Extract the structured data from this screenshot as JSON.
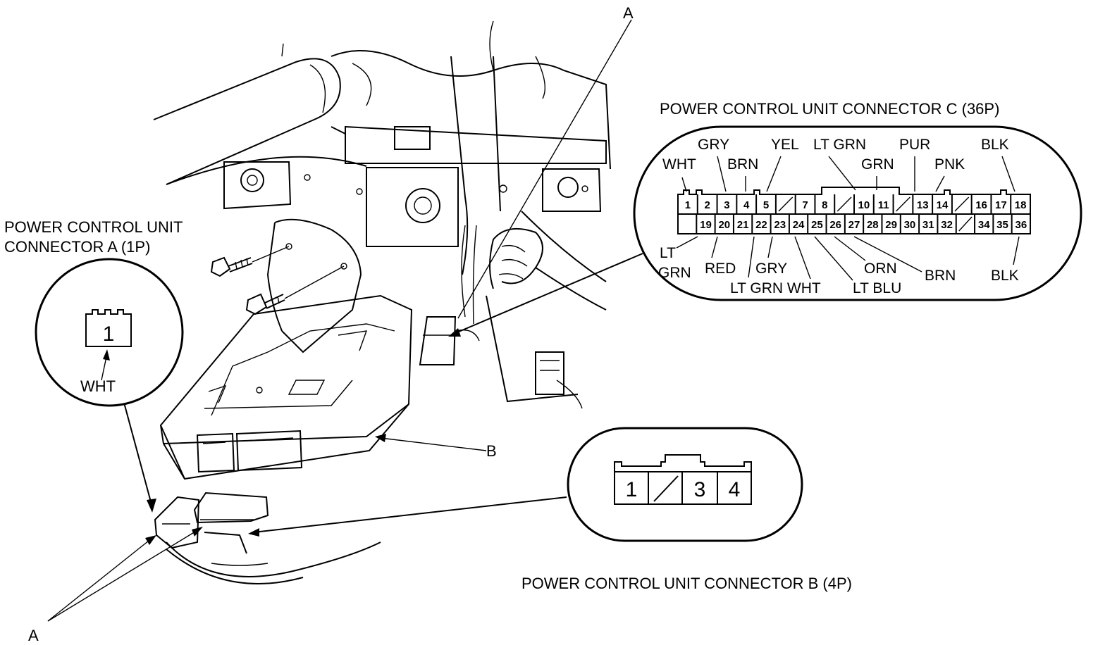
{
  "labels": {
    "connector_c_title": "POWER CONTROL UNIT CONNECTOR C (36P)",
    "connector_a_title_line1": "POWER CONTROL UNIT",
    "connector_a_title_line2": "CONNECTOR A (1P)",
    "connector_b_title": "POWER CONTROL UNIT CONNECTOR B (4P)",
    "callout_a_top": "A",
    "callout_a_bottom": "A",
    "callout_b": "B"
  },
  "connector_a": {
    "pin": "1",
    "wire": "WHT"
  },
  "connector_b": {
    "pins": [
      "1",
      "",
      "3",
      "4"
    ]
  },
  "connector_c": {
    "row1": [
      "1",
      "2",
      "3",
      "4",
      "5",
      "",
      "7",
      "8",
      "",
      "10",
      "11",
      "",
      "13",
      "14",
      "",
      "16",
      "17",
      "18"
    ],
    "row2": [
      "",
      "19",
      "20",
      "21",
      "22",
      "23",
      "24",
      "25",
      "26",
      "27",
      "28",
      "29",
      "30",
      "31",
      "32",
      "",
      "34",
      "35",
      "36"
    ],
    "top_wires": {
      "wht": "WHT",
      "gry": "GRY",
      "brn": "BRN",
      "yel": "YEL",
      "lt_grn": "LT GRN",
      "grn": "GRN",
      "pur": "PUR",
      "pnk": "PNK",
      "blk": "BLK"
    },
    "bottom_wires": {
      "lt_grn_line1": "LT",
      "lt_grn_line2": "GRN",
      "red": "RED",
      "lt_grn_wht": "LT GRN WHT",
      "gry": "GRY",
      "lt_blu": "LT BLU",
      "orn": "ORN",
      "brn": "BRN",
      "blk": "BLK"
    }
  }
}
